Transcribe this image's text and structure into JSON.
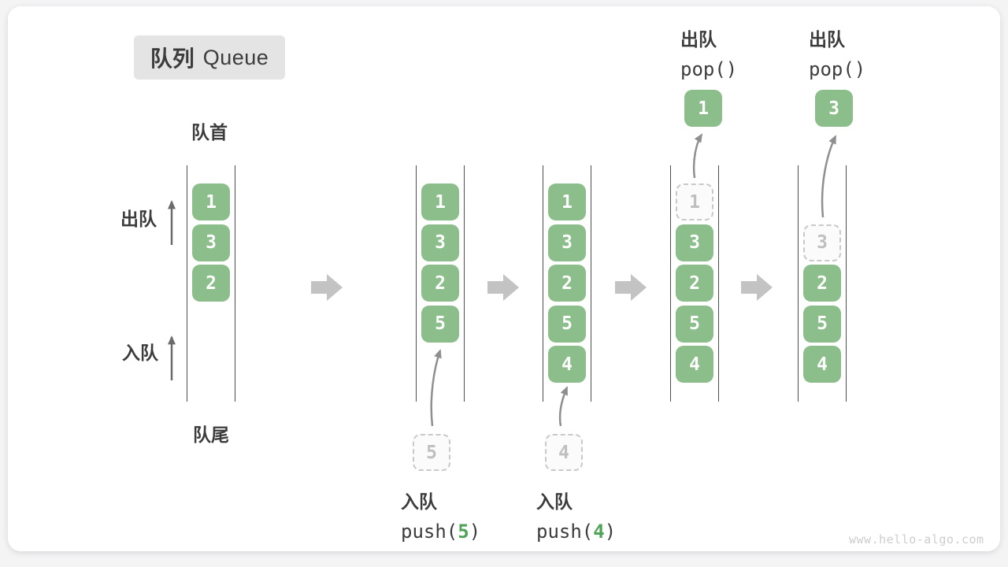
{
  "title": {
    "zh": "队列",
    "en": "Queue"
  },
  "labels": {
    "front": "队首",
    "rear": "队尾",
    "dequeue": "出队",
    "enqueue": "入队"
  },
  "operations": {
    "push5": {
      "name": "入队",
      "fn": "push(",
      "arg": "5",
      "close": ")"
    },
    "push4": {
      "name": "入队",
      "fn": "push(",
      "arg": "4",
      "close": ")"
    },
    "pop1": {
      "name": "出队",
      "code": "pop()"
    },
    "pop2": {
      "name": "出队",
      "code": "pop()"
    }
  },
  "queues": [
    {
      "name": "initial",
      "cells": [
        {
          "slot": 0,
          "value": "1"
        },
        {
          "slot": 1,
          "value": "3"
        },
        {
          "slot": 2,
          "value": "2"
        }
      ]
    },
    {
      "name": "after-push-5",
      "cells": [
        {
          "slot": 0,
          "value": "1"
        },
        {
          "slot": 1,
          "value": "3"
        },
        {
          "slot": 2,
          "value": "2"
        },
        {
          "slot": 3,
          "value": "5"
        }
      ],
      "staged": {
        "value": "5"
      }
    },
    {
      "name": "after-push-4",
      "cells": [
        {
          "slot": 0,
          "value": "1"
        },
        {
          "slot": 1,
          "value": "3"
        },
        {
          "slot": 2,
          "value": "2"
        },
        {
          "slot": 3,
          "value": "5"
        },
        {
          "slot": 4,
          "value": "4"
        }
      ],
      "staged": {
        "value": "4"
      }
    },
    {
      "name": "after-pop-1",
      "cells": [
        {
          "slot": 0,
          "value": "1",
          "ghost": true
        },
        {
          "slot": 1,
          "value": "3"
        },
        {
          "slot": 2,
          "value": "2"
        },
        {
          "slot": 3,
          "value": "5"
        },
        {
          "slot": 4,
          "value": "4"
        }
      ],
      "popped": {
        "value": "1"
      }
    },
    {
      "name": "after-pop-3",
      "cells": [
        {
          "slot": 1,
          "value": "3",
          "ghost": true
        },
        {
          "slot": 2,
          "value": "2"
        },
        {
          "slot": 3,
          "value": "5"
        },
        {
          "slot": 4,
          "value": "4"
        }
      ],
      "popped": {
        "value": "3"
      }
    }
  ],
  "watermark": "www.hello-algo.com",
  "colors": {
    "box_green": "#8CBE8C",
    "arg_green": "#4FA356",
    "block_arrow": "#C3C3C3",
    "curve_arrow": "#8F8F8F",
    "text": "#3C3C3C",
    "ghost_gray": "#C9C9C9",
    "title_bg": "#E4E4E4",
    "watermark_gray": "#CDCDCD"
  }
}
